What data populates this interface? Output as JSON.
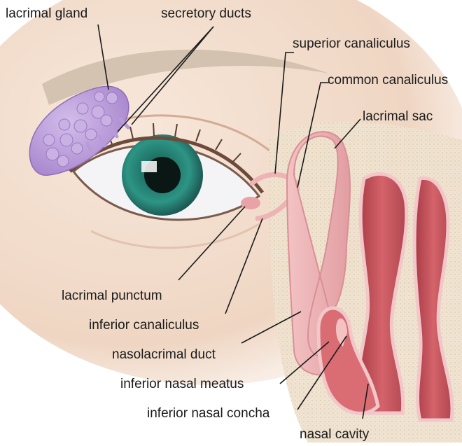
{
  "labels": {
    "lacrimal_gland": "lacrimal gland",
    "secretory_ducts": "secretory ducts",
    "superior_canaliculus": "superior canaliculus",
    "common_canaliculus": "common canaliculus",
    "lacrimal_sac": "lacrimal sac",
    "lacrimal_punctum": "lacrimal punctum",
    "inferior_canaliculus": "inferior canaliculus",
    "nasolacrimal_duct": "nasolacrimal duct",
    "inferior_nasal_meatus": "inferior nasal meatus",
    "inferior_nasal_concha": "inferior nasal concha",
    "nasal_cavity": "nasal cavity"
  },
  "colors": {
    "skin": "#f2dccb",
    "gland": "#b99ad8",
    "duct_pink": "#eeb3b5",
    "cavity_red": "#c9585e",
    "iris": "#2a8a7f",
    "bone": "#efe3d2"
  }
}
